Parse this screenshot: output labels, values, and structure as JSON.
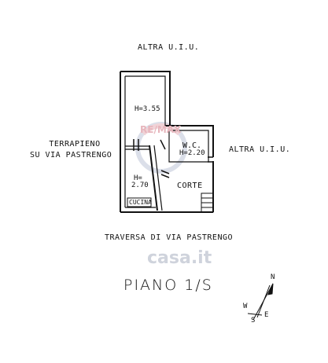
{
  "labels": {
    "north": "ALTRA U.I.U.",
    "east": "ALTRA U.I.U.",
    "west_line1": "TERRAPIENO",
    "west_line2": "SU VIA PASTRENGO",
    "south": "TRAVERSA DI VIA PASTRENGO"
  },
  "rooms": {
    "upper_height": "H=3.55",
    "wc_name": "W.C.",
    "wc_height": "H=2.20",
    "kitchen_height_line1": "H=",
    "kitchen_height_line2": "2.70",
    "corte": "CORTE",
    "cucina": "CUCINA"
  },
  "title": "PIANO 1/S",
  "watermarks": {
    "top": "RE/MAX",
    "bottom": "casa.it"
  },
  "compass": {
    "n": "N",
    "s": "S",
    "e": "E",
    "w": "W"
  },
  "colors": {
    "ink": "#111111",
    "watermark": "#cfd3dc",
    "watermark_red": "#e7b6bd"
  }
}
